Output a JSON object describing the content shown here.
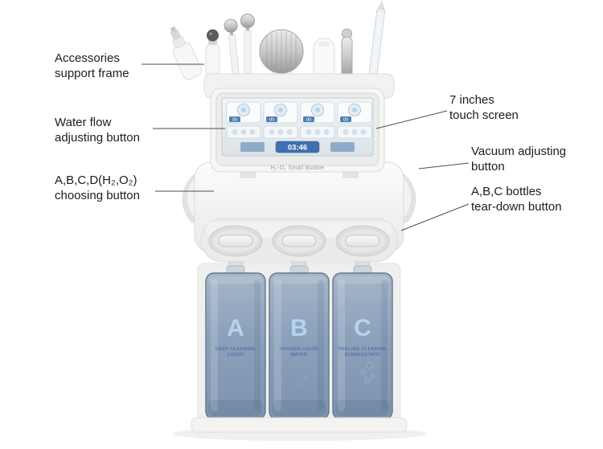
{
  "annotations": {
    "accessories_frame": "Accessories\nsupport frame",
    "water_flow": "Water flow\nadjusting button",
    "choosing": "A,B,C,D(H₂,O₂)\nchoosing button",
    "touch_screen": "7 inches\ntouch screen",
    "vacuum": "Vacuum adjusting\nbutton",
    "tear_down": "A,B,C bottles\ntear-down button"
  },
  "screen": {
    "time": "03:46",
    "caption": "H₂-O₂ Small Bubble",
    "counters": [
      "00",
      "00",
      "00",
      "00"
    ]
  },
  "bottles": [
    {
      "letter": "A",
      "label_line1": "DEEP CLEANING",
      "label_line2": "LIQUID"
    },
    {
      "letter": "B",
      "label_line1": "OXYGEN LIQUID",
      "label_line2": "WATER"
    },
    {
      "letter": "C",
      "label_line1": "PEELING CLEANING",
      "label_line2": "DISINFECTANT"
    }
  ],
  "colors": {
    "bottle_blue": "#8ba0ba",
    "screen_bar_blue": "#3f6fae",
    "bottle_letter_blue": "#b7d6f0",
    "annotation_line": "#4d4d4d",
    "machine_white": "#f6f6f4"
  }
}
